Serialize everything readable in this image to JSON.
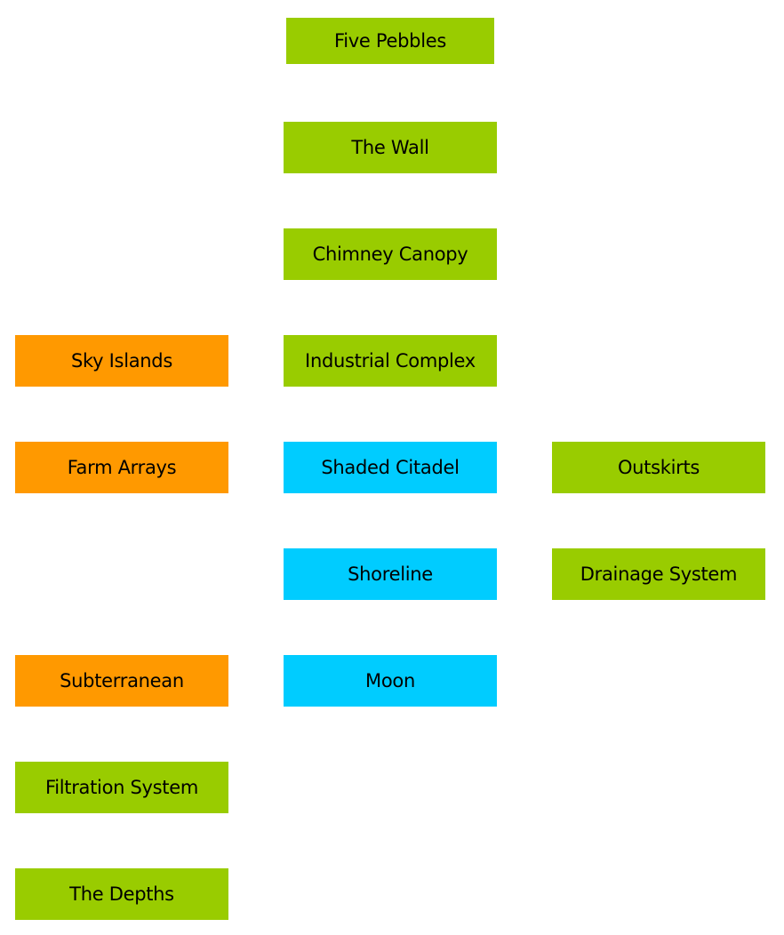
{
  "colors": {
    "green": "#99cc00",
    "orange": "#ff9900",
    "cyan": "#00ccff"
  },
  "nodes": [
    {
      "id": "five-pebbles",
      "label": "Five Pebbles",
      "color": "green",
      "col": 1,
      "row": 0
    },
    {
      "id": "the-wall",
      "label": "The Wall",
      "color": "green",
      "col": 1,
      "row": 1
    },
    {
      "id": "chimney-canopy",
      "label": "Chimney Canopy",
      "color": "green",
      "col": 1,
      "row": 2
    },
    {
      "id": "sky-islands",
      "label": "Sky Islands",
      "color": "orange",
      "col": 0,
      "row": 3
    },
    {
      "id": "industrial-complex",
      "label": "Industrial Complex",
      "color": "green",
      "col": 1,
      "row": 3
    },
    {
      "id": "farm-arrays",
      "label": "Farm Arrays",
      "color": "orange",
      "col": 0,
      "row": 4
    },
    {
      "id": "shaded-citadel",
      "label": "Shaded Citadel",
      "color": "cyan",
      "col": 1,
      "row": 4
    },
    {
      "id": "outskirts",
      "label": "Outskirts",
      "color": "green",
      "col": 2,
      "row": 4
    },
    {
      "id": "shoreline",
      "label": "Shoreline",
      "color": "cyan",
      "col": 1,
      "row": 5
    },
    {
      "id": "drainage-system",
      "label": "Drainage System",
      "color": "green",
      "col": 2,
      "row": 5
    },
    {
      "id": "subterranean",
      "label": "Subterranean",
      "color": "orange",
      "col": 0,
      "row": 6
    },
    {
      "id": "moon",
      "label": "Moon",
      "color": "cyan",
      "col": 1,
      "row": 6
    },
    {
      "id": "filtration-system",
      "label": "Filtration System",
      "color": "green",
      "col": 0,
      "row": 7
    },
    {
      "id": "the-depths",
      "label": "The Depths",
      "color": "green",
      "col": 0,
      "row": 8
    }
  ]
}
